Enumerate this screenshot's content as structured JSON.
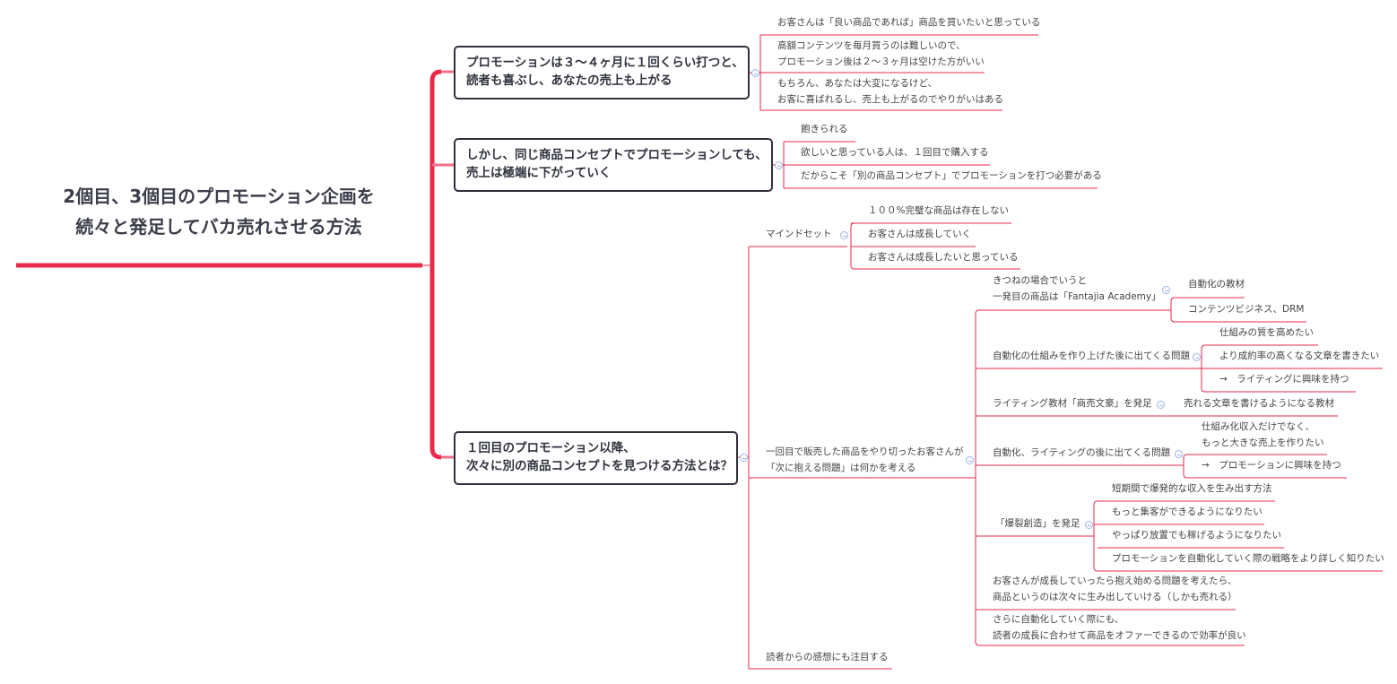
{
  "root": {
    "title_line1": "2個目、3個目のプロモーション企画を",
    "title_line2": "続々と発足してバカ売れさせる方法"
  },
  "branches": [
    {
      "line1": "プロモーションは３〜４ヶ月に１回くらい打つと、",
      "line2": "読者も喜ぶし、あなたの売上も上がる",
      "children": [
        {
          "line1": "お客さんは「良い商品であれば」商品を買いたいと思っている"
        },
        {
          "line1": "高額コンテンツを毎月買うのは難しいので、",
          "line2": "プロモーション後は２〜３ヶ月は空けた方がいい"
        },
        {
          "line1": "もちろん、あなたは大変になるけど、",
          "line2": "お客に喜ばれるし、売上も上がるのでやりがいはある"
        }
      ]
    },
    {
      "line1": "しかし、同じ商品コンセプトでプロモーションしても、",
      "line2": "売上は極端に下がっていく",
      "children": [
        {
          "line1": "飽きられる"
        },
        {
          "line1": "欲しいと思っている人は、１回目で購入する"
        },
        {
          "line1": "だからこそ「別の商品コンセプト」でプロモーションを打つ必要がある"
        }
      ]
    },
    {
      "line1": "１回目のプロモーション以降、",
      "line2": "次々に別の商品コンセプトを見つける方法とは？",
      "children": [
        {
          "line1": "マインドセット",
          "children": [
            {
              "line1": "１００%完璧な商品は存在しない"
            },
            {
              "line1": "お客さんは成長していく"
            },
            {
              "line1": "お客さんは成長したいと思っている"
            }
          ]
        },
        {
          "line1": "一回目で販売した商品をやり切ったお客さんが",
          "line2": "「次に抱える問題」は何かを考える",
          "children": [
            {
              "line1": "きつねの場合でいうと",
              "line2": "一発目の商品は「Fantajia Academy」",
              "children": [
                {
                  "line1": "自動化の教材"
                },
                {
                  "line1": "コンテンツビジネス、DRM"
                }
              ]
            },
            {
              "line1": "自動化の仕組みを作り上げた後に出てくる問題",
              "children": [
                {
                  "line1": "仕組みの質を高めたい"
                },
                {
                  "line1": "より成約率の高くなる文章を書きたい"
                },
                {
                  "line1": "→　ライティングに興味を持つ"
                }
              ]
            },
            {
              "line1": "ライティング教材「商売文豪」を発足",
              "children": [
                {
                  "line1": "売れる文章を書けるようになる教材"
                }
              ]
            },
            {
              "line1": "自動化、ライティングの後に出てくる問題",
              "children": [
                {
                  "line1": "仕組み化収入だけでなく、",
                  "line2": "もっと大きな売上を作りたい"
                },
                {
                  "line1": "→　プロモーションに興味を持つ"
                }
              ]
            },
            {
              "line1": "「爆裂創造」を発足",
              "children": [
                {
                  "line1": "短期間で爆発的な収入を生み出す方法"
                },
                {
                  "line1": "もっと集客ができるようになりたい"
                },
                {
                  "line1": "やっぱり放置でも稼げるようになりたい"
                },
                {
                  "line1": "プロモーションを自動化していく際の戦略をより詳しく知りたい"
                }
              ]
            },
            {
              "line1": "お客さんが成長していったら抱え始める問題を考えたら、",
              "line2": "商品というのは次々に生み出していける（しかも売れる）"
            },
            {
              "line1": "さらに自動化していく際にも、",
              "line2": "読者の成長に合わせて商品をオファーできるので効率が良い"
            }
          ]
        },
        {
          "line1": "読者からの感想にも注目する"
        }
      ]
    }
  ],
  "colors": {
    "branch_line": "#e8294a",
    "box_border": "#2f323d",
    "collapse_icon": "#9bb3e8",
    "text": "#444444"
  }
}
